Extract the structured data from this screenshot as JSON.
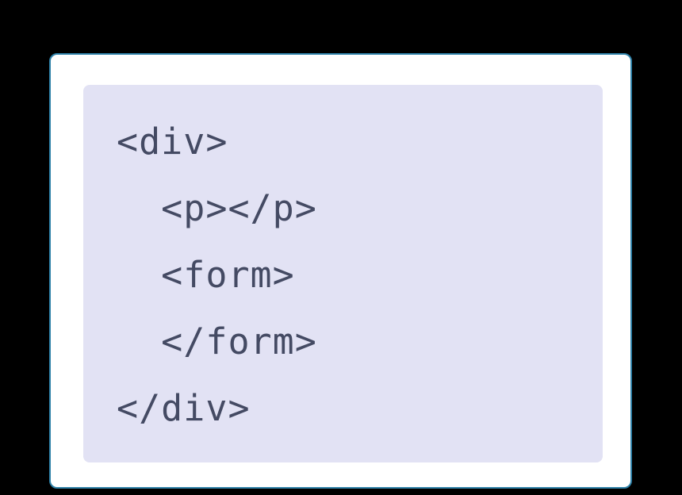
{
  "colors": {
    "page_background": "#000000",
    "card_background": "#ffffff",
    "card_border": "#2e81a8",
    "code_background": "#e2e2f4",
    "code_text": "#444a63"
  },
  "code_block": {
    "language": "html",
    "lines": [
      "<div>",
      "  <p></p>",
      "  <form>",
      "  </form>",
      "</div>"
    ]
  }
}
